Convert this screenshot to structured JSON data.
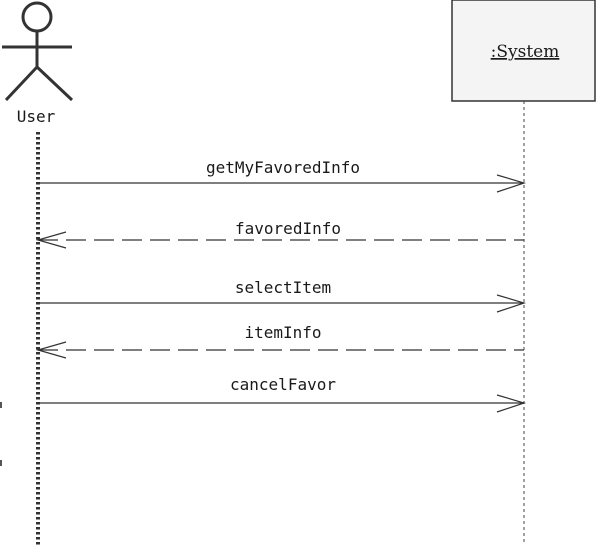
{
  "actor": {
    "name": "User",
    "icon": "stick-figure-actor-icon"
  },
  "object": {
    "name": ":System"
  },
  "messages": [
    {
      "label": "getMyFavoredInfo",
      "kind": "call",
      "direction": "User -> :System"
    },
    {
      "label": "favoredInfo",
      "kind": "return",
      "direction": ":System -> User"
    },
    {
      "label": "selectItem",
      "kind": "call",
      "direction": "User -> :System"
    },
    {
      "label": "itemInfo",
      "kind": "return",
      "direction": ":System -> User"
    },
    {
      "label": "cancelFavor",
      "kind": "call",
      "direction": "User -> :System"
    }
  ],
  "colors": {
    "line": "#333333",
    "object_fill": "#f4f4f4",
    "text": "#1a1a1a"
  }
}
